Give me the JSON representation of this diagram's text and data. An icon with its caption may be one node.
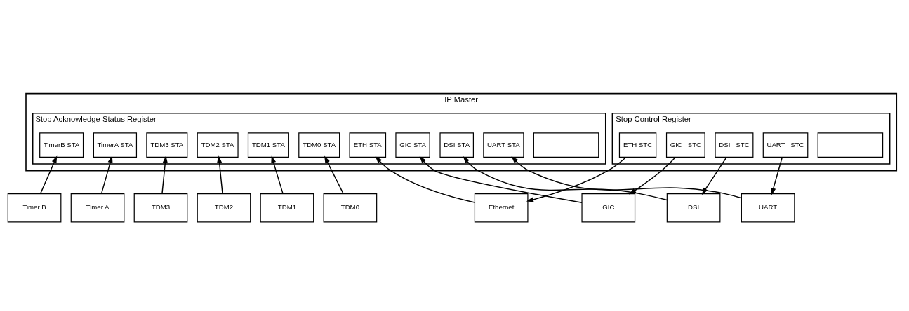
{
  "diagram": {
    "nodes": [
      {
        "text": [
          "IP Master"
        ]
      },
      {
        "text": [
          "Stop Acknowledge Status Register"
        ],
        "in": 0
      },
      {
        "text": [],
        "shape": "box",
        "in": 1
      },
      {
        "text": [
          "ETH STA"
        ],
        "in": 1
      },
      {
        "text": [
          "TimerB STA"
        ],
        "in": 1
      },
      {
        "text": [
          "TimerA STA"
        ],
        "in": 1
      },
      {
        "text": [
          "TDM3 STA"
        ],
        "in": 1
      },
      {
        "text": [
          "TDM2 STA"
        ],
        "in": 1
      },
      {
        "text": [
          "TDM1 STA"
        ],
        "in": 1
      },
      {
        "text": [
          "TDM0 STA"
        ],
        "in": 1
      },
      {
        "text": [
          "GIC STA"
        ],
        "in": 1
      },
      {
        "text": [
          "DSI STA"
        ],
        "in": 1
      },
      {
        "text": [
          "UART STA"
        ],
        "in": 1
      },
      {
        "text": [
          "Stop Control Register"
        ],
        "in": 0
      },
      {
        "text": [],
        "shape": "box",
        "in": 13
      },
      {
        "text": [
          "ETH STC"
        ],
        "in": 13
      },
      {
        "text": [
          "GIC_ STC"
        ],
        "in": 13
      },
      {
        "text": [
          "DSI_ STC"
        ],
        "in": 13
      },
      {
        "text": [
          "UART _STC"
        ],
        "in": 13
      },
      {
        "text": [
          "TDM0"
        ]
      },
      {
        "text": [
          "TDM1"
        ]
      },
      {
        "text": [
          "TDM2"
        ]
      },
      {
        "text": [
          "Timer A"
        ]
      },
      {
        "text": [
          "TDM3"
        ]
      },
      {
        "text": [
          "Timer B"
        ]
      },
      {
        "text": [
          "Ethernet"
        ]
      },
      {
        "text": [
          "GIC"
        ]
      },
      {
        "text": [
          "DSI"
        ]
      },
      {
        "text": [
          "UART"
        ]
      }
    ],
    "edges": [
      {
        "from": 25,
        "to": 3,
        "arrow": "to"
      },
      {
        "from": 24,
        "to": 4,
        "arrow": "to"
      },
      {
        "from": 22,
        "to": 5,
        "arrow": "to"
      },
      {
        "from": 23,
        "to": 6,
        "arrow": "to"
      },
      {
        "from": 21,
        "to": 7,
        "arrow": "to"
      },
      {
        "from": 20,
        "to": 8,
        "arrow": "to"
      },
      {
        "from": 19,
        "to": 9,
        "arrow": "to"
      },
      {
        "from": 26,
        "to": 10,
        "arrow": "to"
      },
      {
        "from": 27,
        "to": 11,
        "arrow": "to"
      },
      {
        "from": 28,
        "to": 12,
        "arrow": "to"
      },
      {
        "from": 15,
        "to": 25,
        "arrow": "to"
      },
      {
        "from": 16,
        "to": 26,
        "arrow": "to"
      },
      {
        "from": 17,
        "to": 27,
        "arrow": "to"
      },
      {
        "from": 18,
        "to": 28,
        "arrow": "to"
      }
    ]
  }
}
